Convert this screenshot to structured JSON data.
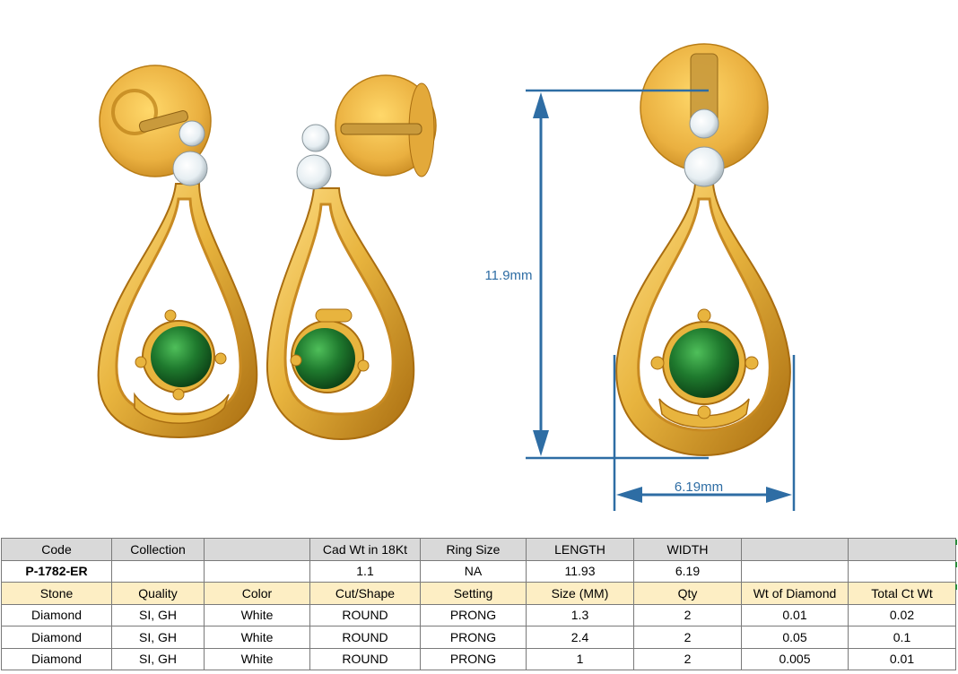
{
  "product_image": {
    "height_dimension": "11.9mm",
    "width_dimension": "6.19mm",
    "colors": {
      "gold": "#e8b43e",
      "gold_dark": "#b97d16",
      "gold_light": "#ffe08a",
      "emerald": "#1f7a2e",
      "diamond": "#eef3f6",
      "dimension_line": "#2e6da4"
    }
  },
  "spec_table": {
    "header": [
      "Code",
      "Collection",
      "",
      "Cad Wt in 18Kt",
      "Ring Size",
      "LENGTH",
      "WIDTH",
      "",
      ""
    ],
    "product_row": [
      "P-1782-ER",
      "",
      "",
      "1.1",
      "NA",
      "11.93",
      "6.19",
      "",
      ""
    ],
    "stone_header": [
      "Stone",
      "Quality",
      "Color",
      "Cut/Shape",
      "Setting",
      "Size (MM)",
      "Qty",
      "Wt of Diamond",
      "Total Ct Wt"
    ],
    "stone_rows": [
      [
        "Diamond",
        "SI, GH",
        "White",
        "ROUND",
        "PRONG",
        "1.3",
        "2",
        "0.01",
        "0.02"
      ],
      [
        "Diamond",
        "SI, GH",
        "White",
        "ROUND",
        "PRONG",
        "2.4",
        "2",
        "0.05",
        "0.1"
      ],
      [
        "Diamond",
        "SI, GH",
        "White",
        "ROUND",
        "PRONG",
        "1",
        "2",
        "0.005",
        "0.01"
      ]
    ]
  }
}
